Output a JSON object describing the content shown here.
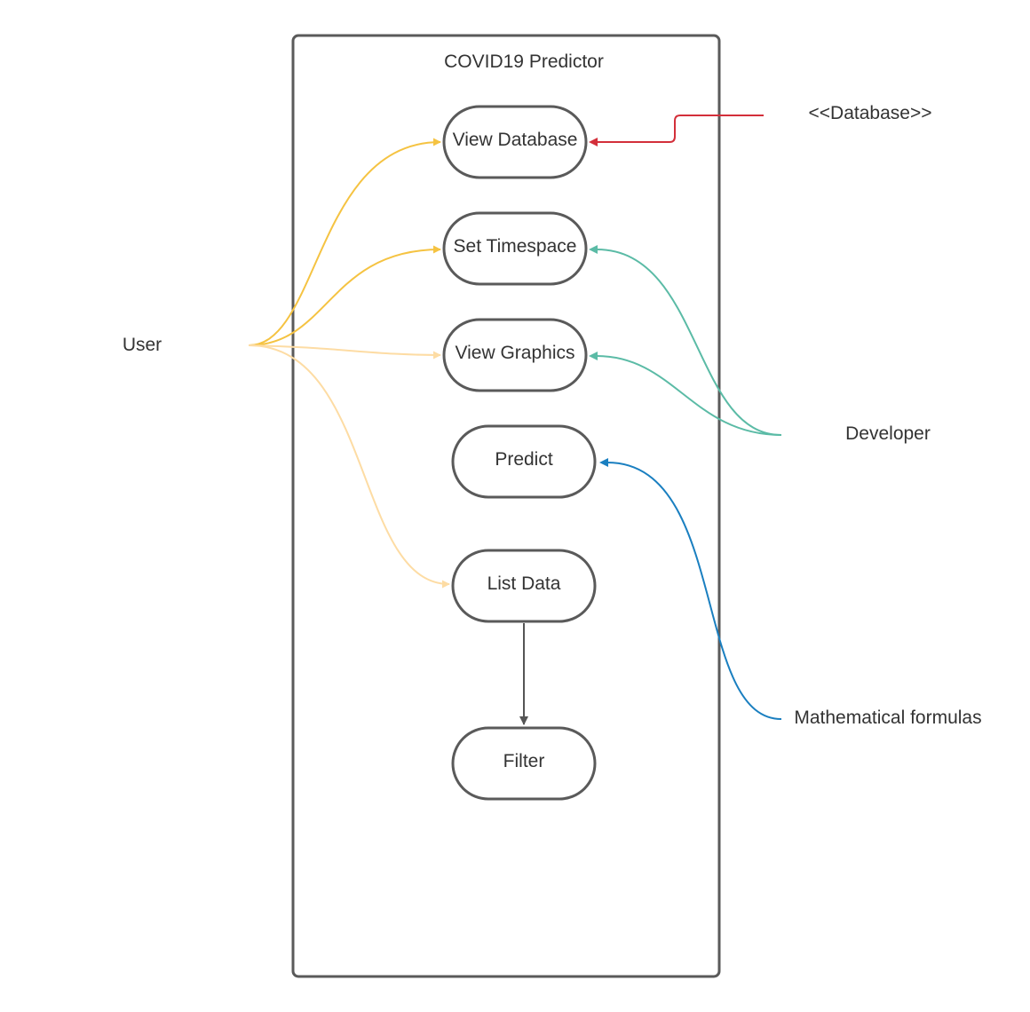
{
  "system": {
    "title": "COVID19 Predictor"
  },
  "actors": {
    "user": "User",
    "database": "<<Database>>",
    "developer": "Developer",
    "math": "Mathematical formulas"
  },
  "use_cases": {
    "view_database": "View Database",
    "set_timespace": "Set Timespace",
    "view_graphics": "View Graphics",
    "predict": "Predict",
    "list_data": "List Data",
    "filter": "Filter"
  },
  "colors": {
    "user_strong": "#f5c342",
    "user_light": "#fddca4",
    "database": "#d32f3a",
    "developer": "#5bbba6",
    "math": "#1a7fc0",
    "include": "#555555",
    "shape_stroke": "#5a5a5a",
    "text": "#333333"
  },
  "relationships": [
    {
      "from": "User",
      "to": "View Database"
    },
    {
      "from": "User",
      "to": "Set Timespace"
    },
    {
      "from": "User",
      "to": "View Graphics"
    },
    {
      "from": "User",
      "to": "List Data"
    },
    {
      "from": "<<Database>>",
      "to": "View Database"
    },
    {
      "from": "Developer",
      "to": "Set Timespace"
    },
    {
      "from": "Developer",
      "to": "View Graphics"
    },
    {
      "from": "Mathematical formulas",
      "to": "Predict"
    },
    {
      "from": "List Data",
      "to": "Filter"
    }
  ]
}
